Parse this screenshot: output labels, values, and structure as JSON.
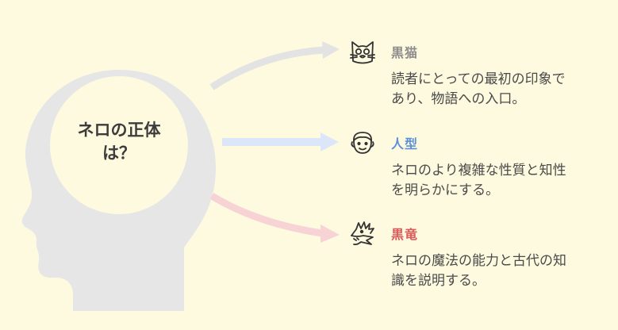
{
  "center": {
    "title_line1": "ネロの正体",
    "title_line2": "は？"
  },
  "branches": [
    {
      "heading": "黒猫",
      "desc_line1": "読者にとっての最初の印象で",
      "desc_line2": "あり、物語への入口。",
      "icon": "cat-face-icon",
      "color": "#8c8c8c"
    },
    {
      "heading": "人型",
      "desc_line1": "ネロのより複雑な性質と知性",
      "desc_line2": "を明らかにする。",
      "icon": "human-face-icon",
      "color": "#5b8fd8"
    },
    {
      "heading": "黒竜",
      "desc_line1": "ネロの魔法の能力と古代の知",
      "desc_line2": "識を説明する。",
      "icon": "dragon-head-icon",
      "color": "#d95a5a"
    }
  ],
  "colors": {
    "background": "#fefadf",
    "head_silhouette": "#e6e6e6",
    "arrow_top": "#e3e3e3",
    "arrow_middle": "#dbe7f8",
    "arrow_bottom": "#f8d3d6"
  }
}
